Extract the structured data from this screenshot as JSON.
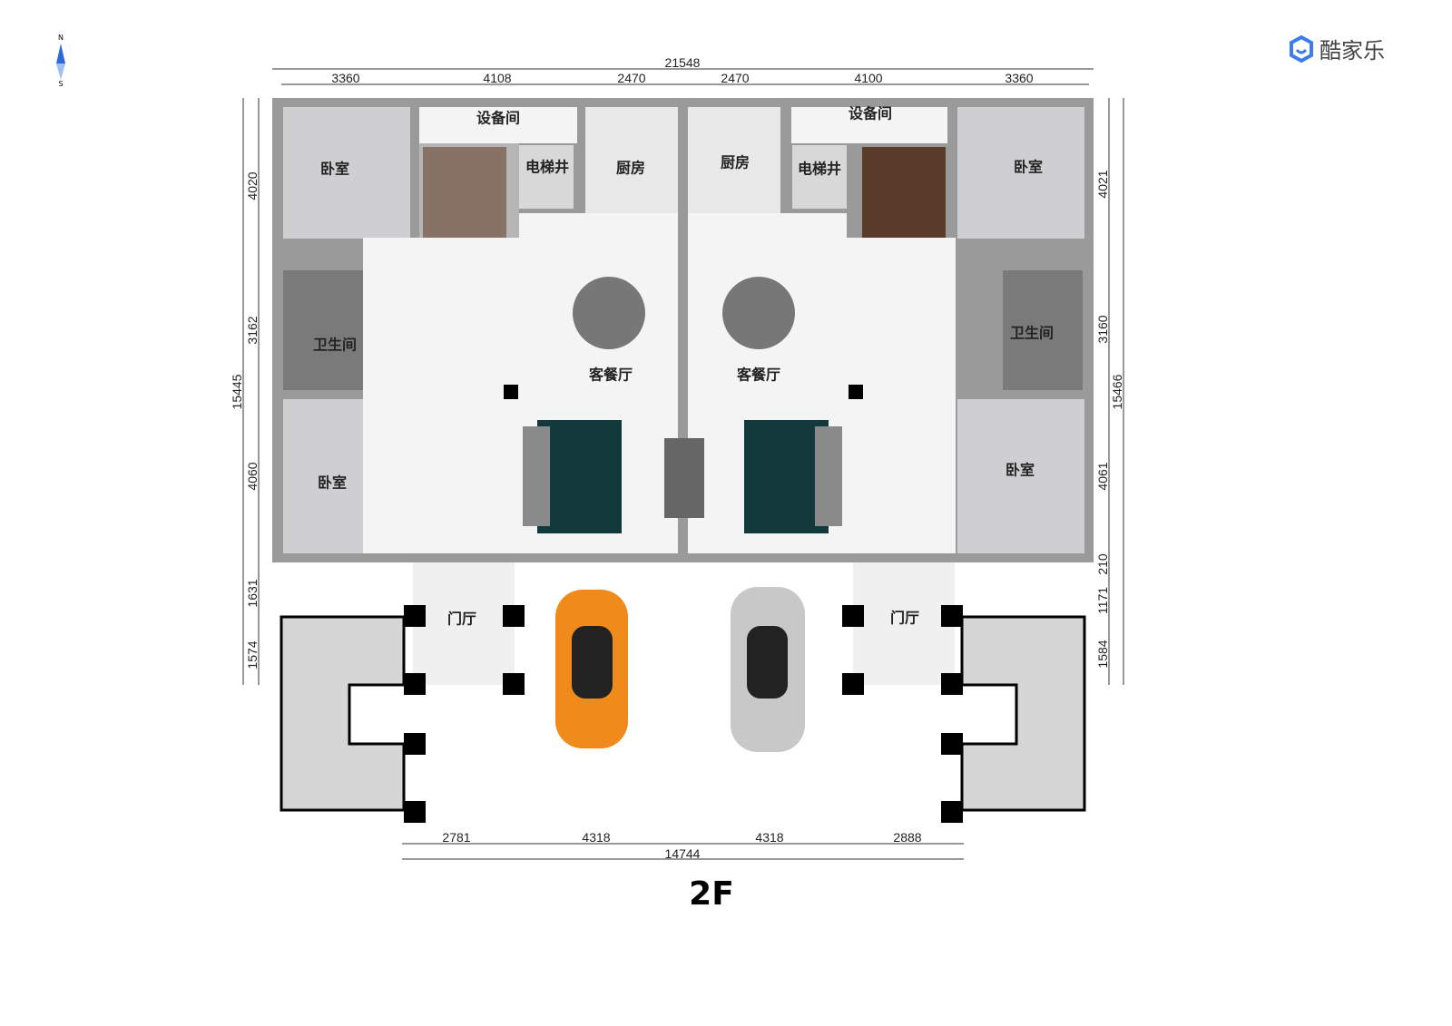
{
  "logo": {
    "text": "酷家乐",
    "color": "#3d7bf0"
  },
  "compass": {
    "north": "N",
    "south": "S"
  },
  "floor_label": "2F",
  "rooms": {
    "equip_left": "设备间",
    "equip_right": "设备间",
    "bed_tl": "卧室",
    "bed_tr": "卧室",
    "bed_bl": "卧室",
    "bed_br": "卧室",
    "elev_left": "电梯井",
    "elev_right": "电梯井",
    "kitchen_left": "厨房",
    "kitchen_right": "厨房",
    "bath_left": "卫生间",
    "bath_right": "卫生间",
    "living_left": "客餐厅",
    "living_right": "客餐厅",
    "foyer_left": "门厅",
    "foyer_right": "门厅"
  },
  "dims": {
    "top_total": "21548",
    "top": [
      "3360",
      "4108",
      "2470",
      "2470",
      "4100",
      "3360"
    ],
    "left_total": "15445",
    "left": [
      "4020",
      "3162",
      "4060",
      "1631",
      "1574"
    ],
    "right_total": "15466",
    "right": [
      "4021",
      "3160",
      "4061",
      "210",
      "1171",
      "1584"
    ],
    "bottom_total": "14744",
    "bottom": [
      "2781",
      "4318",
      "4318",
      "2888"
    ]
  }
}
